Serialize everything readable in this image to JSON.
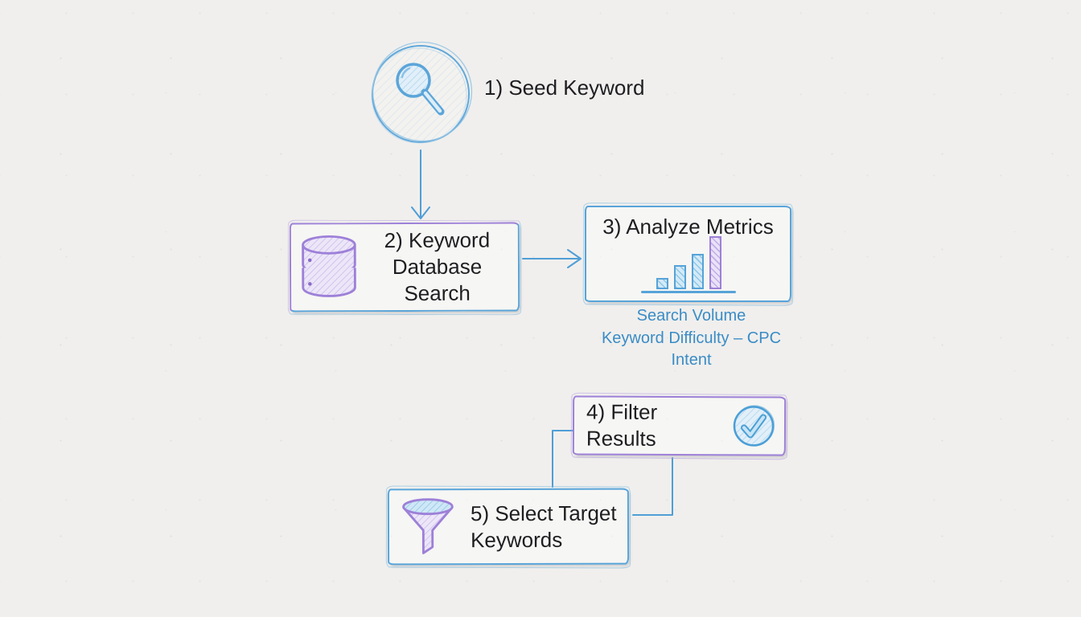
{
  "palette": {
    "background": "#f0efed",
    "blue": "#57a3d8",
    "purple": "#9d80d8",
    "text_dark": "#1e1e22",
    "text_blue": "#3a8cc6"
  },
  "nodes": {
    "seed": {
      "label": "1) Seed Keyword",
      "icon": "magnifier-icon"
    },
    "database": {
      "label": "2) Keyword\nDatabase Search",
      "icon": "database-icon"
    },
    "metrics": {
      "label": "3) Analyze Metrics",
      "icon": "bar-chart-icon",
      "bar_heights": [
        14,
        30,
        44,
        66
      ],
      "bar_colors": [
        "blue",
        "blue",
        "blue",
        "purple"
      ],
      "notes": [
        "Search Volume",
        "Keyword Difficulty – CPC",
        "Intent"
      ]
    },
    "filter": {
      "label": "4) Filter Results",
      "icon": "check-circle-icon"
    },
    "select": {
      "label": "5) Select Target\nKeywords",
      "icon": "funnel-icon"
    }
  },
  "edges": [
    {
      "from": "seed",
      "to": "database",
      "style": "arrow"
    },
    {
      "from": "database",
      "to": "metrics",
      "style": "arrow"
    },
    {
      "from": "filter",
      "to": "select",
      "style": "elbow-line-left"
    },
    {
      "from": "filter",
      "to": "select",
      "style": "elbow-line-bottom"
    }
  ]
}
